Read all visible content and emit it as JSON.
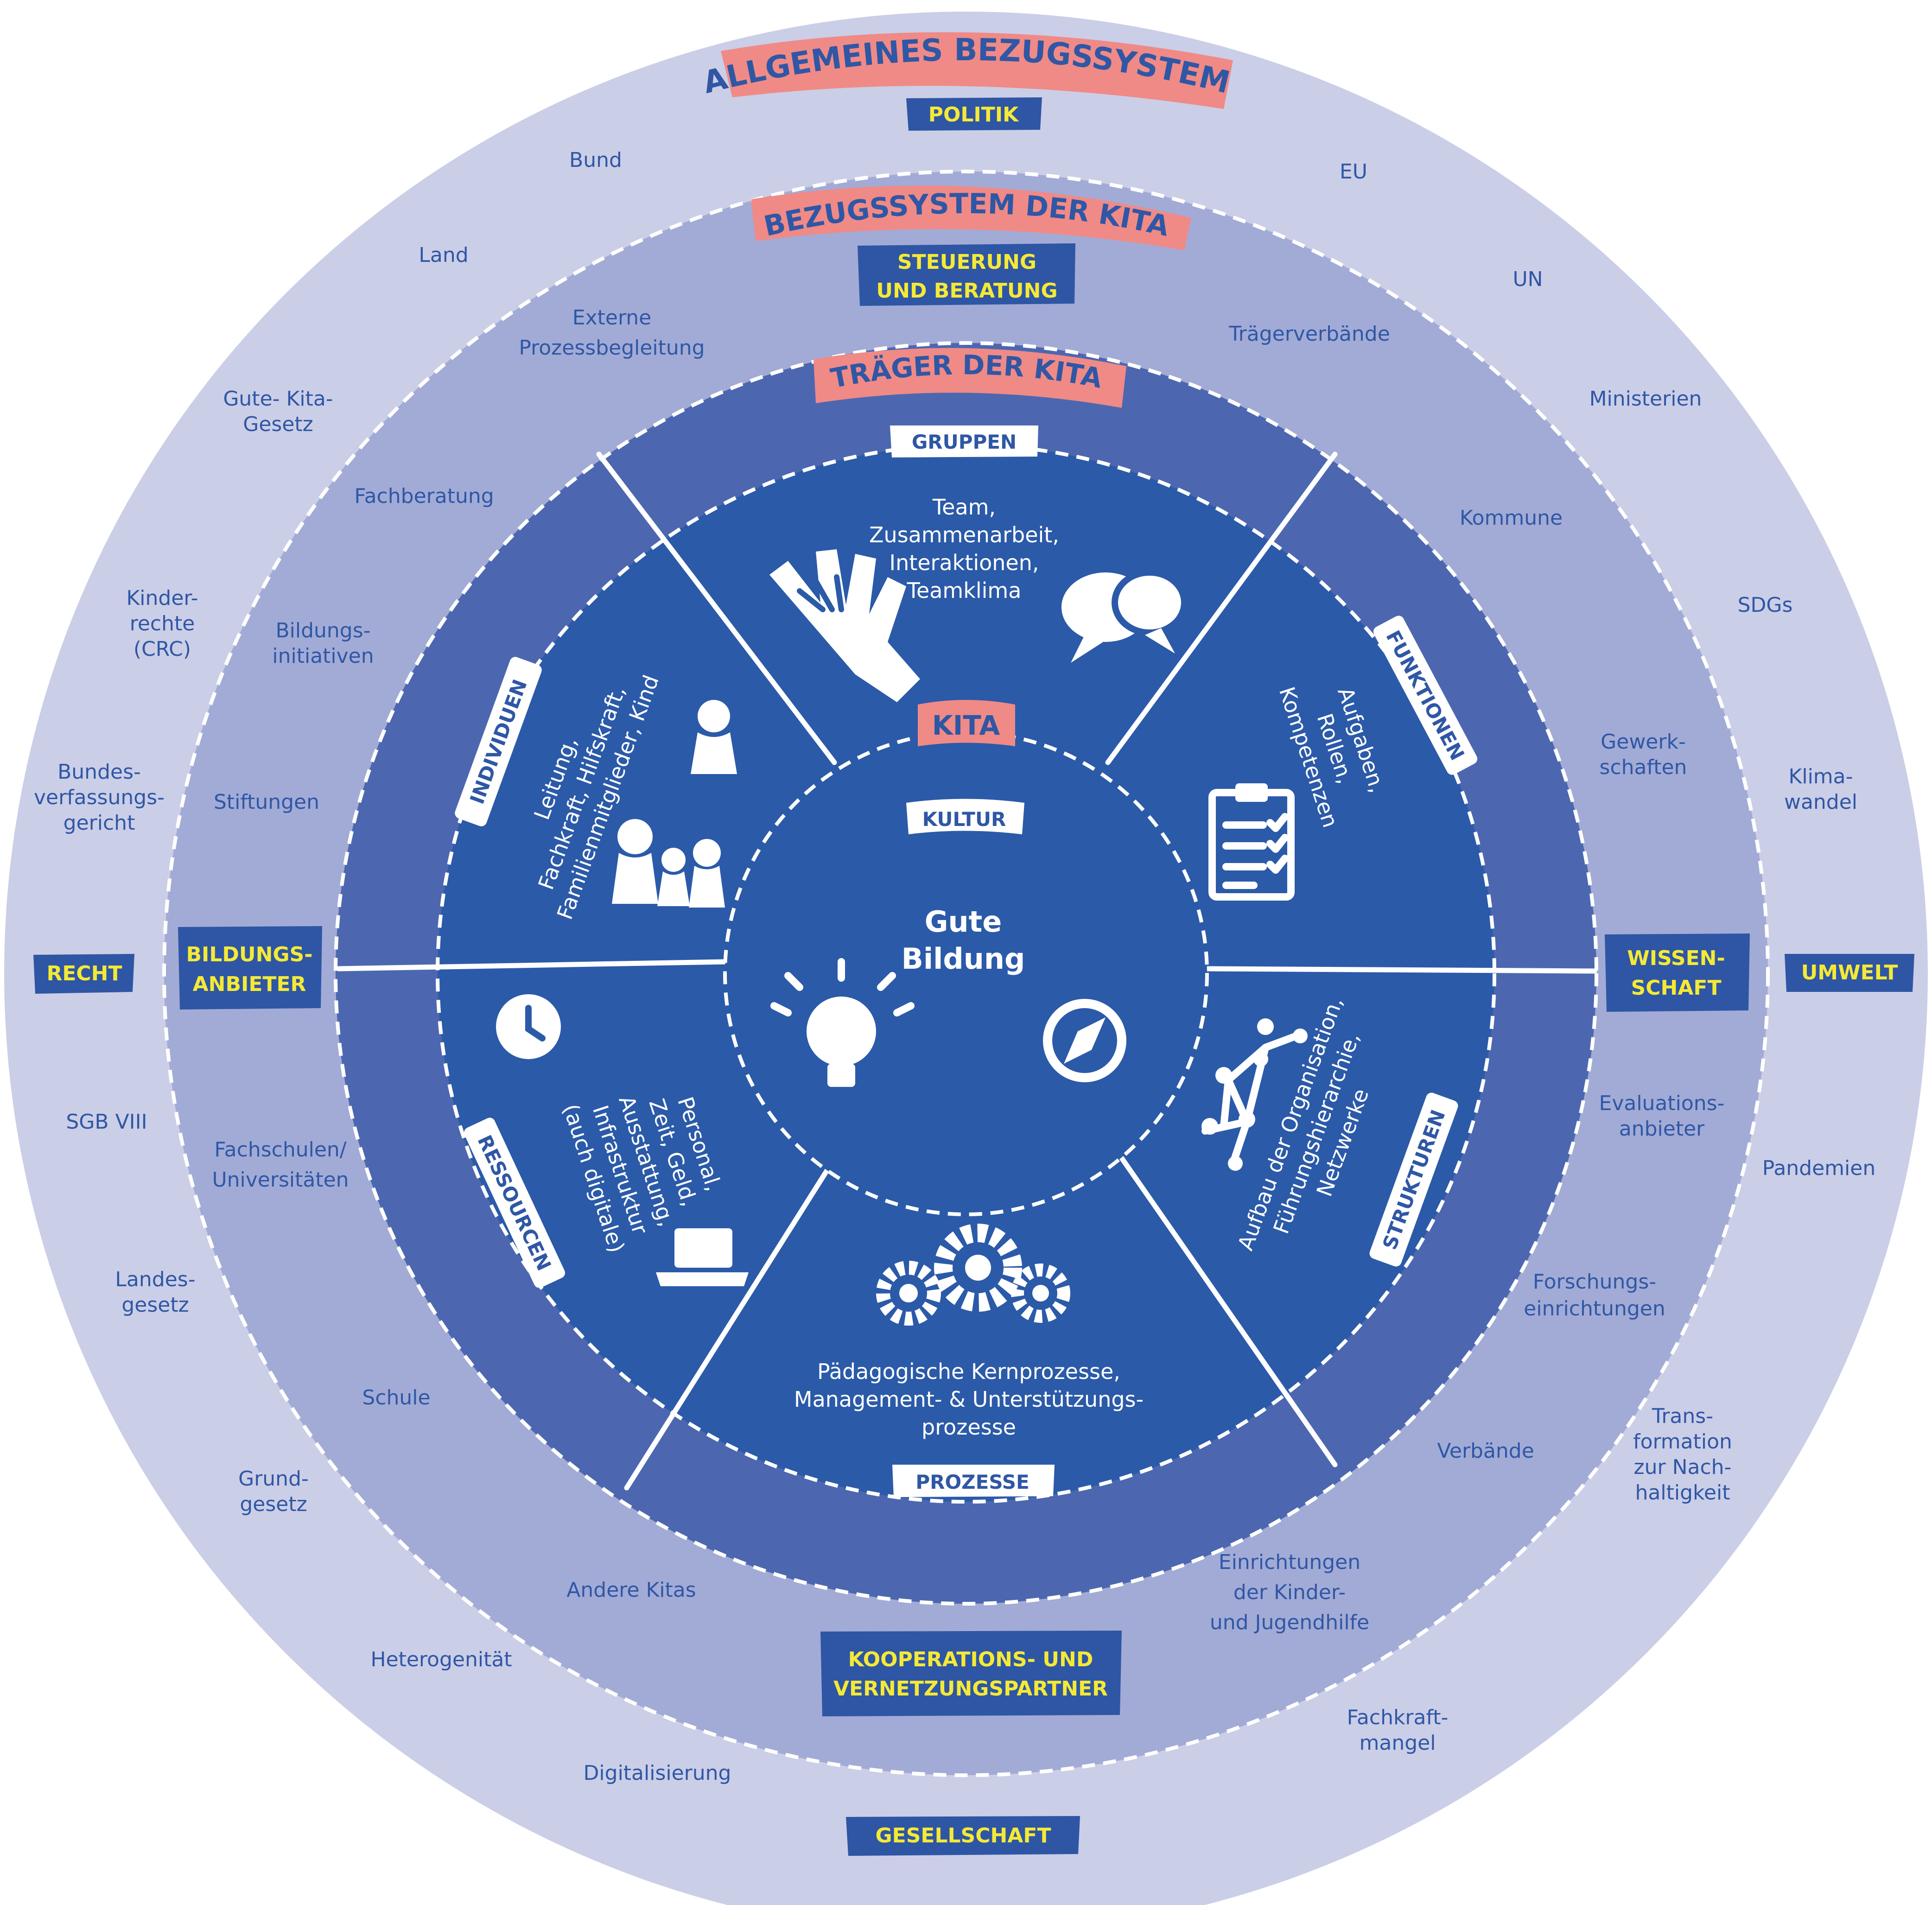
{
  "banners": {
    "allgemeines": "ALLGEMEINES BEZUGSSYSTEM",
    "bezugssystem_kita": "BEZUGSSYSTEM DER KITA",
    "traeger": "TRÄGER DER KITA",
    "kita": "KITA"
  },
  "outer_tags": {
    "politik": "POLITIK",
    "recht": "RECHT",
    "umwelt": "UMWELT",
    "gesellschaft": "GESELLSCHAFT"
  },
  "middle_tags": {
    "steuerung": [
      "STEUERUNG",
      "UND BERATUNG"
    ],
    "bildungsanbieter": [
      "BILDUNGS-",
      "ANBIETER"
    ],
    "wissenschaft": [
      "WISSEN-",
      "SCHAFT"
    ],
    "kooperation": [
      "KOOPERATIONS- UND",
      "VERNETZUNGSPARTNER"
    ]
  },
  "outer_ring_items": {
    "bund": [
      "Bund"
    ],
    "eu": [
      "EU"
    ],
    "land": [
      "Land"
    ],
    "un": [
      "UN"
    ],
    "gute_kita": [
      "Gute- Kita-",
      "Gesetz"
    ],
    "ministerien": [
      "Ministerien"
    ],
    "kinderrechte": [
      "Kinder-",
      "rechte",
      "(CRC)"
    ],
    "sdgs": [
      "SDGs"
    ],
    "bundesverfassungsgericht": [
      "Bundes-",
      "verfassungs-",
      "gericht"
    ],
    "klimawandel": [
      "Klima-",
      "wandel"
    ],
    "sgb": [
      "SGB VIII"
    ],
    "pandemien": [
      "Pandemien"
    ],
    "landesgesetz": [
      "Landes-",
      "gesetz"
    ],
    "grundgesetz": [
      "Grund-",
      "gesetz"
    ],
    "transformation": [
      "Trans-",
      "formation",
      "zur Nach-",
      "haltigkeit"
    ],
    "heterogenitaet": [
      "Heterogenität"
    ],
    "fachkraftmangel": [
      "Fachkraft-",
      "mangel"
    ],
    "digitalisierung": [
      "Digitalisierung"
    ]
  },
  "middle_ring_items": {
    "externe": [
      "Externe",
      "Prozessbegleitung"
    ],
    "traegerverbaende": [
      "Trägerverbände"
    ],
    "fachberatung": [
      "Fachberatung"
    ],
    "kommune": [
      "Kommune"
    ],
    "bildungsinitiativen": [
      "Bildungs-",
      "initiativen"
    ],
    "gewerkschaften": [
      "Gewerk-",
      "schaften"
    ],
    "stiftungen": [
      "Stiftungen"
    ],
    "evaluationsanbieter": [
      "Evaluations-",
      "anbieter"
    ],
    "fachschulen": [
      "Fachschulen/",
      "Universitäten"
    ],
    "forschung": [
      "Forschungs-",
      "einrichtungen"
    ],
    "schule": [
      "Schule"
    ],
    "verbaende": [
      "Verbände"
    ],
    "andere_kitas": [
      "Andere Kitas"
    ],
    "kinderjugendhilfe": [
      "Einrichtungen",
      "der Kinder-",
      "und Jugendhilfe"
    ]
  },
  "segments": {
    "gruppen": {
      "tag": "GRUPPEN",
      "text": [
        "Team,",
        "Zusammenarbeit,",
        "Interaktionen,",
        "Teamklima"
      ]
    },
    "funktionen": {
      "tag": "FUNKTIONEN",
      "text": [
        "Aufgaben,",
        "Rollen,",
        "Kompetenzen"
      ]
    },
    "strukturen": {
      "tag": "STRUKTUREN",
      "text": [
        "Aufbau der Organisation,",
        "Führungshierarchie,",
        "Netzwerke"
      ]
    },
    "prozesse": {
      "tag": "PROZESSE",
      "text": [
        "Pädagogische Kernprozesse,",
        "Management- & Unterstützungs-",
        "prozesse"
      ]
    },
    "ressourcen": {
      "tag": "RESSOURCEN",
      "text": [
        "Personal,",
        "Zeit, Geld,",
        "Ausstattung,",
        "Infrastruktur",
        "(auch digitale)"
      ]
    },
    "individuen": {
      "tag": "INDIVIDUEN",
      "text": [
        "Leitung,",
        "Fachkraft, Hilfskraft,",
        "Familienmitglieder, Kind"
      ]
    }
  },
  "center": {
    "kultur": "KULTUR",
    "title": [
      "Gute",
      "Bildung"
    ]
  },
  "icons": [
    "hands-icon",
    "speech-bubbles-icon",
    "clipboard-checklist-icon",
    "network-icon",
    "gears-icon",
    "laptop-icon",
    "clock-icon",
    "pawn-figures-icon",
    "lightbulb-icon",
    "compass-icon"
  ],
  "colors": {
    "outer_ring": "#cbcee7",
    "middle_ring": "#a2abd6",
    "traeger_ring": "#4c67b0",
    "kita_inner": "#2b5aa8",
    "tag_blue": "#2e56a4",
    "tag_yellow": "#f5e936",
    "banner_pink": "#f08a86",
    "text_blue": "#2f57a5"
  }
}
